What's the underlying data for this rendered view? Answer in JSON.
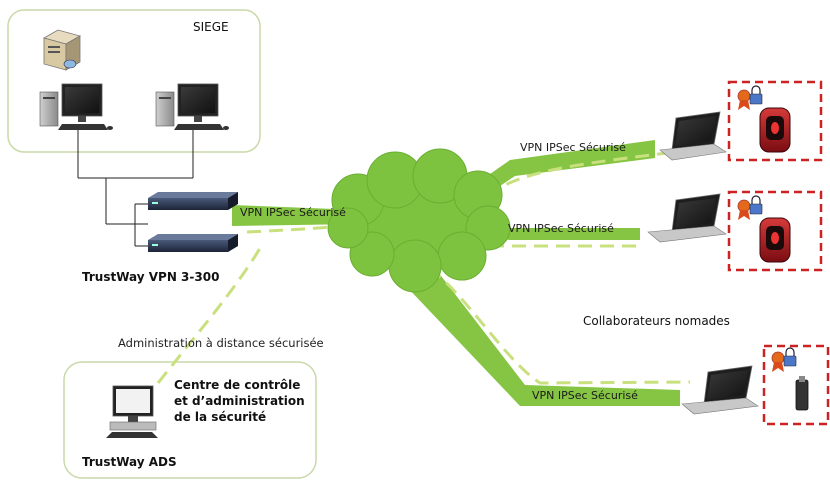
{
  "labels": {
    "siege": "SIEGE",
    "gateway": "TrustWay VPN 3-300",
    "admin_link": "Administration à distance sécurisée",
    "admin_center_lines": [
      "Centre de contrôle",
      "et d’administration",
      "de la sécurité"
    ],
    "ads": "TrustWay ADS",
    "nomades": "Collaborateurs nomades"
  },
  "tunnels": {
    "gateway": "VPN IPSec Sécurisé",
    "top": "VPN IPSec Sécurisé",
    "middle": "VPN IPSec Sécurisé",
    "bottom": "VPN IPSec Sécurisé"
  },
  "colors": {
    "tunnel": "#86c443",
    "tunnel_dash": "#c8e07d",
    "cloud": "#7ec33f",
    "cloud_edge": "#5fa52b",
    "site_border": "#c9d9a8",
    "token_border": "#cc2222",
    "token_body": "#b0161e"
  }
}
